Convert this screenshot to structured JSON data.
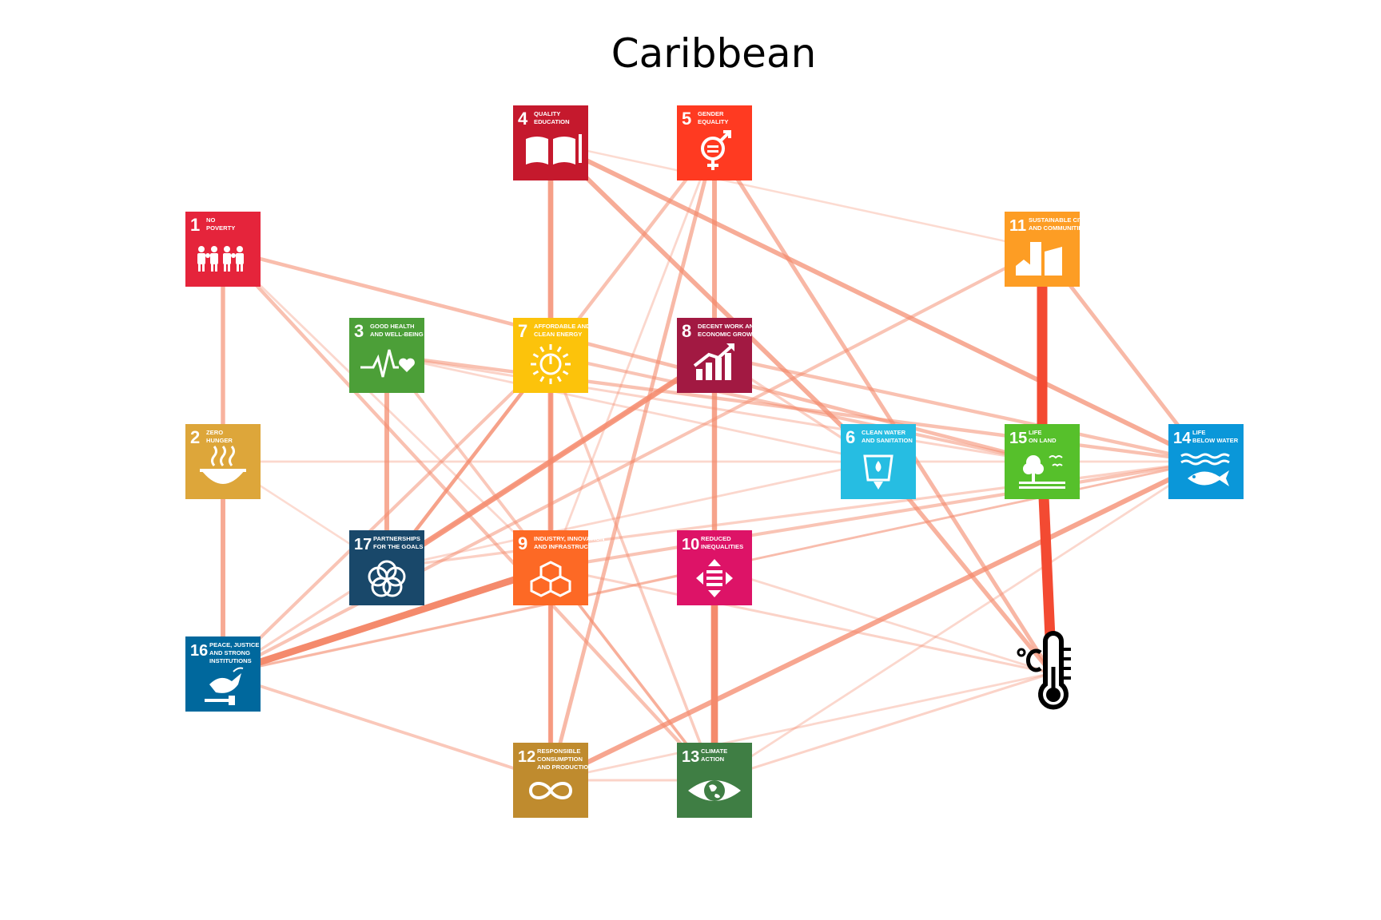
{
  "title": "Caribbean",
  "nodes": [
    {
      "id": "1",
      "num": "1",
      "label_lines": [
        "NO",
        "POVERTY"
      ],
      "color": "#e5243b",
      "icon": "people-icon"
    },
    {
      "id": "2",
      "num": "2",
      "label_lines": [
        "ZERO",
        "HUNGER"
      ],
      "color": "#dda63a",
      "icon": "bowl-icon"
    },
    {
      "id": "3",
      "num": "3",
      "label_lines": [
        "GOOD HEALTH",
        "AND WELL-BEING"
      ],
      "color": "#4c9f38",
      "icon": "heartbeat-icon"
    },
    {
      "id": "4",
      "num": "4",
      "label_lines": [
        "QUALITY",
        "EDUCATION"
      ],
      "color": "#c5192d",
      "icon": "book-icon"
    },
    {
      "id": "5",
      "num": "5",
      "label_lines": [
        "GENDER",
        "EQUALITY"
      ],
      "color": "#ff3a21",
      "icon": "gender-icon"
    },
    {
      "id": "6",
      "num": "6",
      "label_lines": [
        "CLEAN WATER",
        "AND SANITATION"
      ],
      "color": "#26bde2",
      "icon": "water-drop-icon"
    },
    {
      "id": "7",
      "num": "7",
      "label_lines": [
        "AFFORDABLE AND",
        "CLEAN ENERGY"
      ],
      "color": "#fcc30b",
      "icon": "sun-power-icon"
    },
    {
      "id": "8",
      "num": "8",
      "label_lines": [
        "DECENT WORK AND",
        "ECONOMIC GROWTH"
      ],
      "color": "#a21942",
      "icon": "growth-chart-icon"
    },
    {
      "id": "9",
      "num": "9",
      "label_lines": [
        "INDUSTRY, INNOVATION",
        "AND INFRASTRUCTURE"
      ],
      "color": "#fd6925",
      "icon": "cubes-icon"
    },
    {
      "id": "10",
      "num": "10",
      "label_lines": [
        "REDUCED",
        "INEQUALITIES"
      ],
      "color": "#dd1367",
      "icon": "equality-arrows-icon"
    },
    {
      "id": "11",
      "num": "11",
      "label_lines": [
        "SUSTAINABLE CITIES",
        "AND COMMUNITIES"
      ],
      "color": "#fd9d24",
      "icon": "city-icon"
    },
    {
      "id": "12",
      "num": "12",
      "label_lines": [
        "RESPONSIBLE",
        "CONSUMPTION",
        "AND PRODUCTION"
      ],
      "color": "#bf8b2e",
      "icon": "infinity-icon"
    },
    {
      "id": "13",
      "num": "13",
      "label_lines": [
        "CLIMATE",
        "ACTION"
      ],
      "color": "#3f7e44",
      "icon": "earth-eye-icon"
    },
    {
      "id": "14",
      "num": "14",
      "label_lines": [
        "LIFE",
        "BELOW WATER"
      ],
      "color": "#0a97d9",
      "icon": "fish-icon"
    },
    {
      "id": "15",
      "num": "15",
      "label_lines": [
        "LIFE",
        "ON LAND"
      ],
      "color": "#56c02b",
      "icon": "tree-icon"
    },
    {
      "id": "16",
      "num": "16",
      "label_lines": [
        "PEACE, JUSTICE",
        "AND STRONG",
        "INSTITUTIONS"
      ],
      "color": "#00689d",
      "icon": "dove-gavel-icon"
    },
    {
      "id": "17",
      "num": "17",
      "label_lines": [
        "PARTNERSHIPS",
        "FOR THE GOALS"
      ],
      "color": "#19486a",
      "icon": "rings-icon"
    },
    {
      "id": "T",
      "num": "",
      "label_lines": [],
      "color": "#000000",
      "icon": "thermometer-icon"
    }
  ],
  "edges": [
    {
      "source": "15",
      "target": "11",
      "weight": 1.0
    },
    {
      "source": "15",
      "target": "T",
      "weight": 1.0
    },
    {
      "source": "16",
      "target": "9",
      "weight": 0.55
    },
    {
      "source": "10",
      "target": "13",
      "weight": 0.55
    },
    {
      "source": "4",
      "target": "9",
      "weight": 0.4
    },
    {
      "source": "17",
      "target": "8",
      "weight": 0.42
    },
    {
      "source": "8",
      "target": "10",
      "weight": 0.38
    },
    {
      "source": "5",
      "target": "8",
      "weight": 0.34
    },
    {
      "source": "9",
      "target": "12",
      "weight": 0.36
    },
    {
      "source": "12",
      "target": "14",
      "weight": 0.36
    },
    {
      "source": "4",
      "target": "14",
      "weight": 0.33
    },
    {
      "source": "4",
      "target": "6",
      "weight": 0.33
    },
    {
      "source": "3",
      "target": "17",
      "weight": 0.34
    },
    {
      "source": "2",
      "target": "16",
      "weight": 0.34
    },
    {
      "source": "1",
      "target": "2",
      "weight": 0.3
    },
    {
      "source": "6",
      "target": "T",
      "weight": 0.3
    },
    {
      "source": "5",
      "target": "T",
      "weight": 0.27
    },
    {
      "source": "5",
      "target": "12",
      "weight": 0.26
    },
    {
      "source": "11",
      "target": "14",
      "weight": 0.26
    },
    {
      "source": "1",
      "target": "15",
      "weight": 0.24
    },
    {
      "source": "1",
      "target": "13",
      "weight": 0.22
    },
    {
      "source": "7",
      "target": "17",
      "weight": 0.24
    },
    {
      "source": "7",
      "target": "16",
      "weight": 0.2
    },
    {
      "source": "5",
      "target": "17",
      "weight": 0.22
    },
    {
      "source": "3",
      "target": "14",
      "weight": 0.22
    },
    {
      "source": "8",
      "target": "14",
      "weight": 0.22
    },
    {
      "source": "7",
      "target": "15",
      "weight": 0.2
    },
    {
      "source": "9",
      "target": "14",
      "weight": 0.2
    },
    {
      "source": "16",
      "target": "11",
      "weight": 0.2
    },
    {
      "source": "3",
      "target": "13",
      "weight": 0.18
    },
    {
      "source": "7",
      "target": "12",
      "weight": 0.18
    },
    {
      "source": "16",
      "target": "12",
      "weight": 0.18
    },
    {
      "source": "7",
      "target": "13",
      "weight": 0.16
    },
    {
      "source": "16",
      "target": "10",
      "weight": 0.15
    },
    {
      "source": "8",
      "target": "16",
      "weight": 0.14
    },
    {
      "source": "17",
      "target": "14",
      "weight": 0.14
    },
    {
      "source": "9",
      "target": "13",
      "weight": 0.14
    },
    {
      "source": "12",
      "target": "13",
      "weight": 0.12
    },
    {
      "source": "13",
      "target": "T",
      "weight": 0.12
    },
    {
      "source": "9",
      "target": "T",
      "weight": 0.12
    },
    {
      "source": "2",
      "target": "14",
      "weight": 0.1
    },
    {
      "source": "12",
      "target": "T",
      "weight": 0.1
    },
    {
      "source": "3",
      "target": "15",
      "weight": 0.12
    },
    {
      "source": "10",
      "target": "14",
      "weight": 0.1
    },
    {
      "source": "13",
      "target": "14",
      "weight": 0.1
    },
    {
      "source": "17",
      "target": "6",
      "weight": 0.1
    },
    {
      "source": "16",
      "target": "14",
      "weight": 0.1
    },
    {
      "source": "8",
      "target": "6",
      "weight": 0.14
    },
    {
      "source": "10",
      "target": "T",
      "weight": 0.1
    },
    {
      "source": "2",
      "target": "17",
      "weight": 0.08
    },
    {
      "source": "5",
      "target": "9",
      "weight": 0.1
    },
    {
      "source": "4",
      "target": "11",
      "weight": 0.08
    },
    {
      "source": "3",
      "target": "6",
      "weight": 0.1
    },
    {
      "source": "1",
      "target": "9",
      "weight": 0.1
    }
  ]
}
